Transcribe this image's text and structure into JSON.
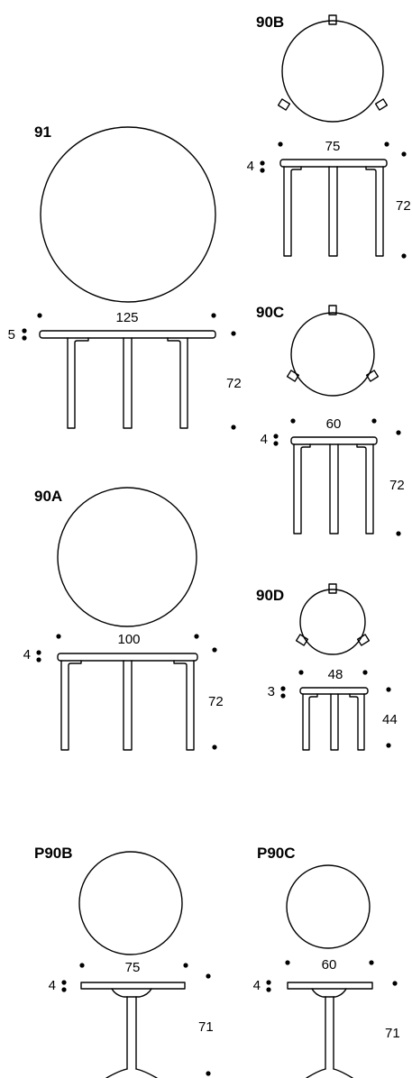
{
  "tables": [
    {
      "id": "t91",
      "model": "91",
      "width": "125",
      "height": "72",
      "legs": "5"
    },
    {
      "id": "t90a",
      "model": "90A",
      "width": "100",
      "height": "72",
      "legs": "4"
    },
    {
      "id": "t90b",
      "model": "90B",
      "width": "75",
      "height": "72",
      "legs": "4"
    },
    {
      "id": "t90c",
      "model": "90C",
      "width": "60",
      "height": "72",
      "legs": "4"
    },
    {
      "id": "t90d",
      "model": "90D",
      "width": "48",
      "height": "44",
      "legs": "3"
    },
    {
      "id": "tp90b",
      "model": "P90B",
      "width": "75",
      "height": "71",
      "legs": "4"
    },
    {
      "id": "tp90c",
      "model": "P90C",
      "width": "60",
      "height": "71",
      "legs": "4"
    }
  ]
}
